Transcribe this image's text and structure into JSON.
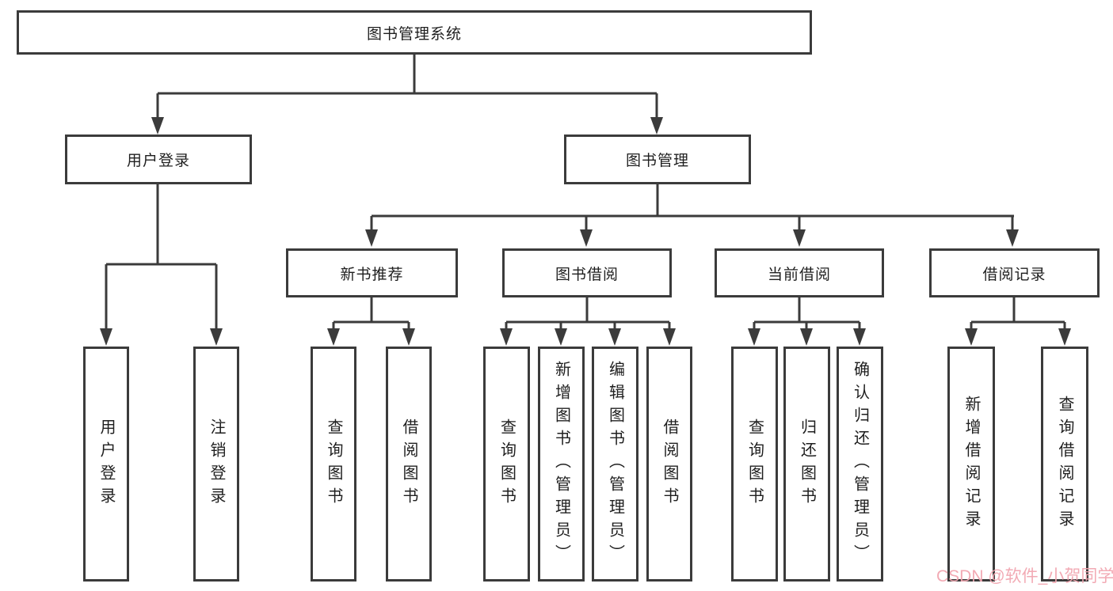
{
  "tree": {
    "root": {
      "label": "图书管理系统"
    },
    "level2": [
      {
        "label": "用户登录"
      },
      {
        "label": "图书管理"
      }
    ],
    "level3": [
      {
        "label": "新书推荐"
      },
      {
        "label": "图书借阅"
      },
      {
        "label": "当前借阅"
      },
      {
        "label": "借阅记录"
      }
    ],
    "leaves": [
      {
        "label": "用户登录"
      },
      {
        "label": "注销登录"
      },
      {
        "label": "查询图书"
      },
      {
        "label": "借阅图书"
      },
      {
        "label": "查询图书"
      },
      {
        "label": "新增图书（管理员）"
      },
      {
        "label": "编辑图书（管理员）"
      },
      {
        "label": "借阅图书"
      },
      {
        "label": "查询图书"
      },
      {
        "label": "归还图书"
      },
      {
        "label": "确认归还（管理员）"
      },
      {
        "label": "新增借阅记录"
      },
      {
        "label": "查询借阅记录"
      }
    ]
  },
  "watermark": {
    "text": "CSDN @软件_小贺同学"
  },
  "colors": {
    "line": "#3b3b3b",
    "box_border": "#3b3b3b",
    "box_background": "#ffffff",
    "text": "#1f1f1f",
    "watermark": "#f2a6b0",
    "background": "#ffffff"
  }
}
